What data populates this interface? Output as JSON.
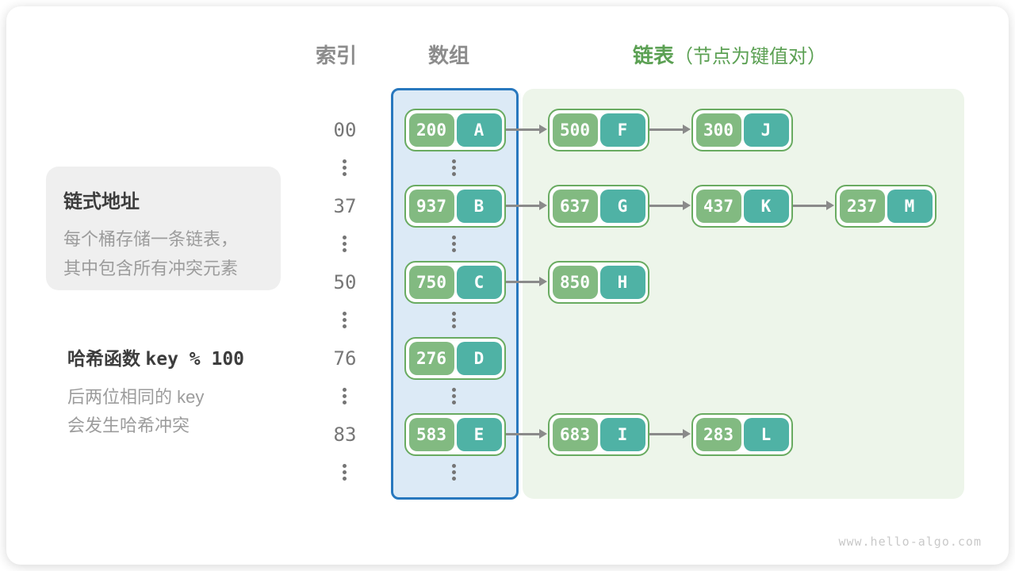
{
  "headers": {
    "index": "索引",
    "array": "数组",
    "list": "链表",
    "list_note": "（节点为键值对）"
  },
  "info_box": {
    "title": "链式地址",
    "line1": "每个桶存储一条链表，",
    "line2": "其中包含所有冲突元素"
  },
  "hash_note": {
    "title_prefix": "哈希函数",
    "title_code": "key % 100",
    "line1": "后两位相同的 key",
    "line2": "会发生哈希冲突"
  },
  "hash_table": {
    "rows": [
      {
        "index": "00",
        "bucket": {
          "key": "200",
          "value": "A"
        },
        "chain": [
          {
            "key": "500",
            "value": "F"
          },
          {
            "key": "300",
            "value": "J"
          }
        ]
      },
      {
        "index": "37",
        "bucket": {
          "key": "937",
          "value": "B"
        },
        "chain": [
          {
            "key": "637",
            "value": "G"
          },
          {
            "key": "437",
            "value": "K"
          },
          {
            "key": "237",
            "value": "M"
          }
        ]
      },
      {
        "index": "50",
        "bucket": {
          "key": "750",
          "value": "C"
        },
        "chain": [
          {
            "key": "850",
            "value": "H"
          }
        ]
      },
      {
        "index": "76",
        "bucket": {
          "key": "276",
          "value": "D"
        },
        "chain": []
      },
      {
        "index": "83",
        "bucket": {
          "key": "583",
          "value": "E"
        },
        "chain": [
          {
            "key": "683",
            "value": "I"
          },
          {
            "key": "283",
            "value": "L"
          }
        ]
      }
    ]
  },
  "watermark": "www.hello-algo.com",
  "colors": {
    "key_cell": "#82BA81",
    "value_cell": "#4FB2A5",
    "node_border": "#69AB61",
    "array_fill": "#DCEAF6",
    "array_border": "#2878BE",
    "list_fill": "#EDF5EA",
    "list_header": "#5BA053",
    "arrow": "#8A8A8A"
  }
}
